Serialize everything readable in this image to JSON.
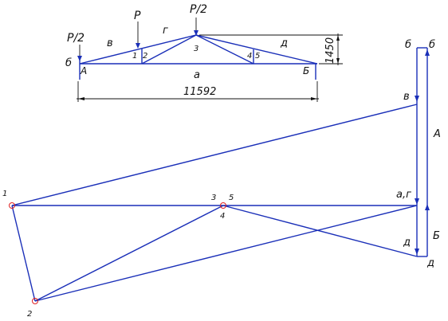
{
  "truss": {
    "loads": {
      "p_half_left": "P/2",
      "p_center": "P",
      "p_half_top": "P/2"
    },
    "panel_labels": {
      "b": "б",
      "v": "в",
      "g": "г",
      "d": "д",
      "a": "а"
    },
    "support_labels": {
      "left": "А",
      "right": "Б"
    },
    "node_labels": {
      "n1": "1",
      "n2": "2",
      "n3": "3",
      "n4": "4",
      "n5": "5"
    },
    "dimensions": {
      "span": "11592",
      "height": "1450"
    }
  },
  "force_diagram": {
    "top_labels": {
      "b1": "б",
      "b2": "б"
    },
    "v": "в",
    "ag": "а,г",
    "reaction_a": "А",
    "reaction_b": "Б",
    "d1": "д",
    "d2": "д",
    "node_labels": {
      "n1": "1",
      "n2": "2",
      "n3": "3",
      "n4": "4",
      "n5": "5"
    }
  },
  "colors": {
    "lines": "#1a2fb8",
    "text": "#111111",
    "joints": "#e02020"
  }
}
